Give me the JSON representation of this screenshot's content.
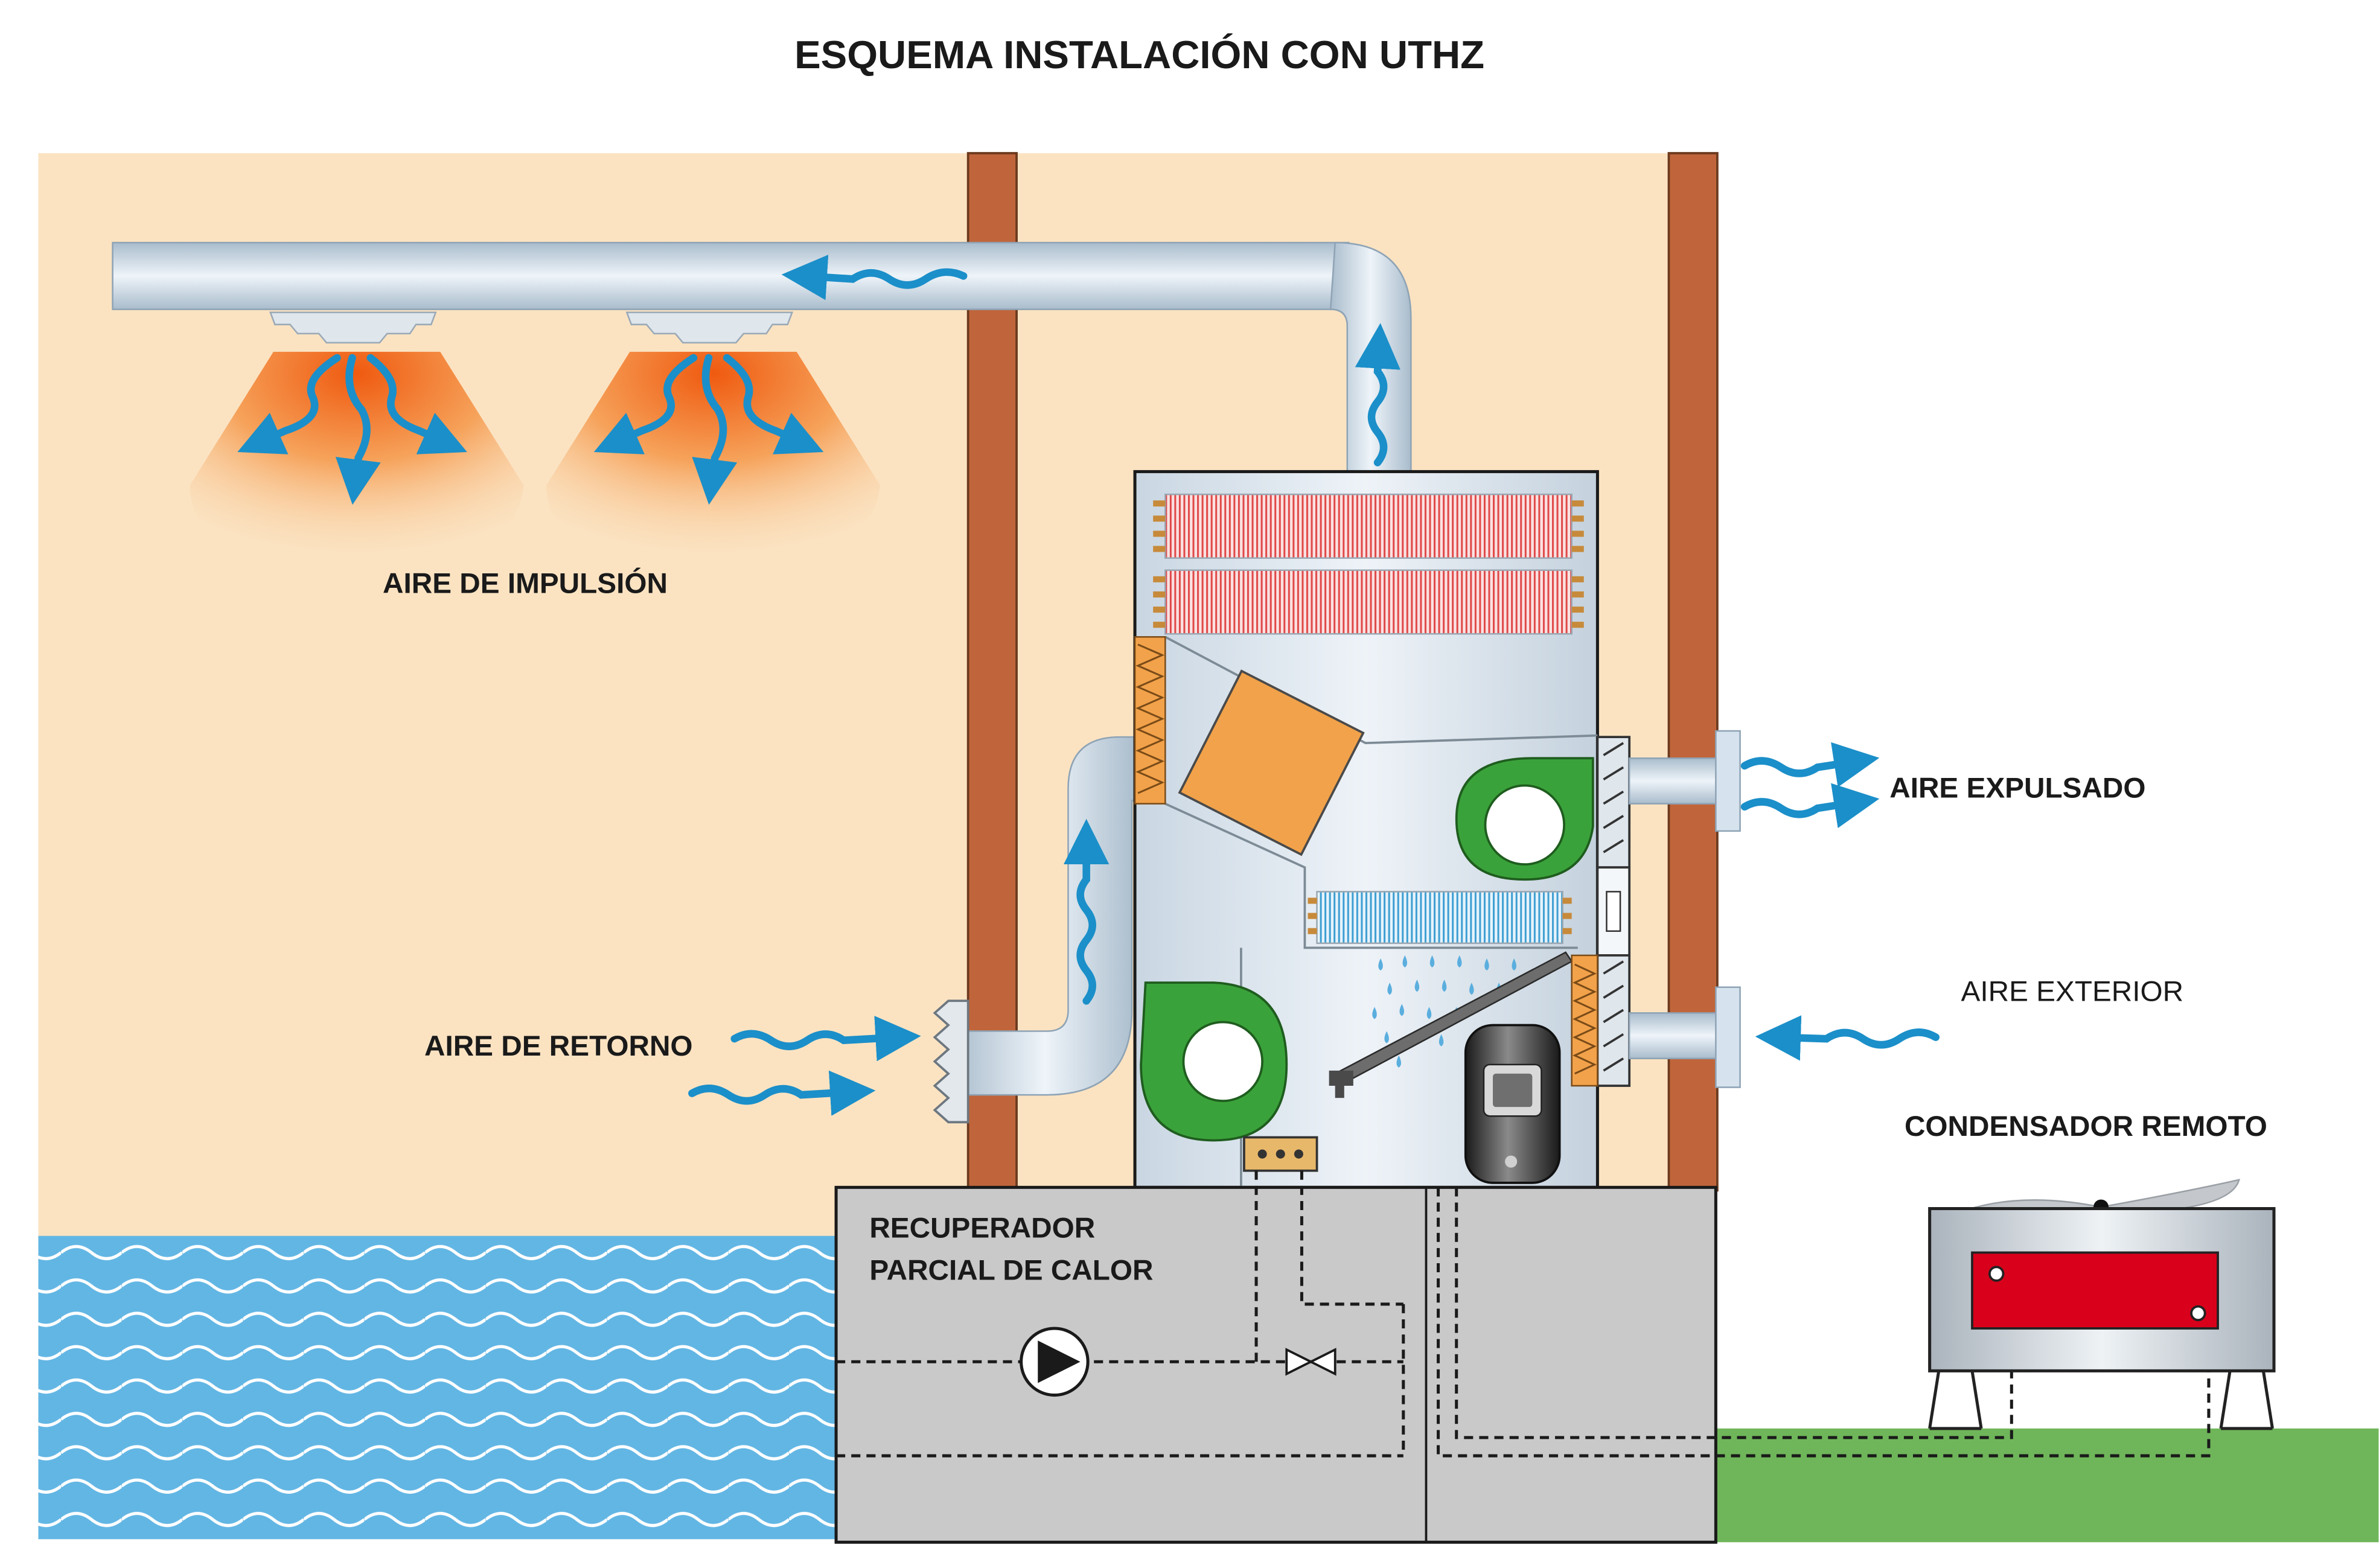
{
  "title": "ESQUEMA INSTALACIÓN CON UTHZ",
  "labels": {
    "supply_air": "AIRE DE IMPULSIÓN",
    "return_air": "AIRE DE RETORNO",
    "exhaust_air": "AIRE EXPULSADO",
    "outdoor_air": "AIRE EXTERIOR",
    "remote_condenser": "CONDENSADOR REMOTO",
    "heat_recovery_line1": "RECUPERADOR",
    "heat_recovery_line2": "PARCIAL DE CALOR"
  },
  "colors": {
    "room": "#fbe3c2",
    "wall": "#c0653b",
    "duct": "#d6e3ee",
    "airflow": "#1b8fc9",
    "water": "#62b6e4",
    "ground": "#6fb65a",
    "recovery_box": "#c9c9c9",
    "fan": "#3aa23a",
    "heat_exchanger": "#f2a24a",
    "condenser_coil": "#d9001b",
    "supply_glow": "#ef6a1e"
  },
  "icons": {
    "pump": "pump-icon",
    "valve": "valve-icon",
    "compressor": "compressor-icon",
    "fan": "fan-icon",
    "diffuser": "diffuser-icon"
  }
}
